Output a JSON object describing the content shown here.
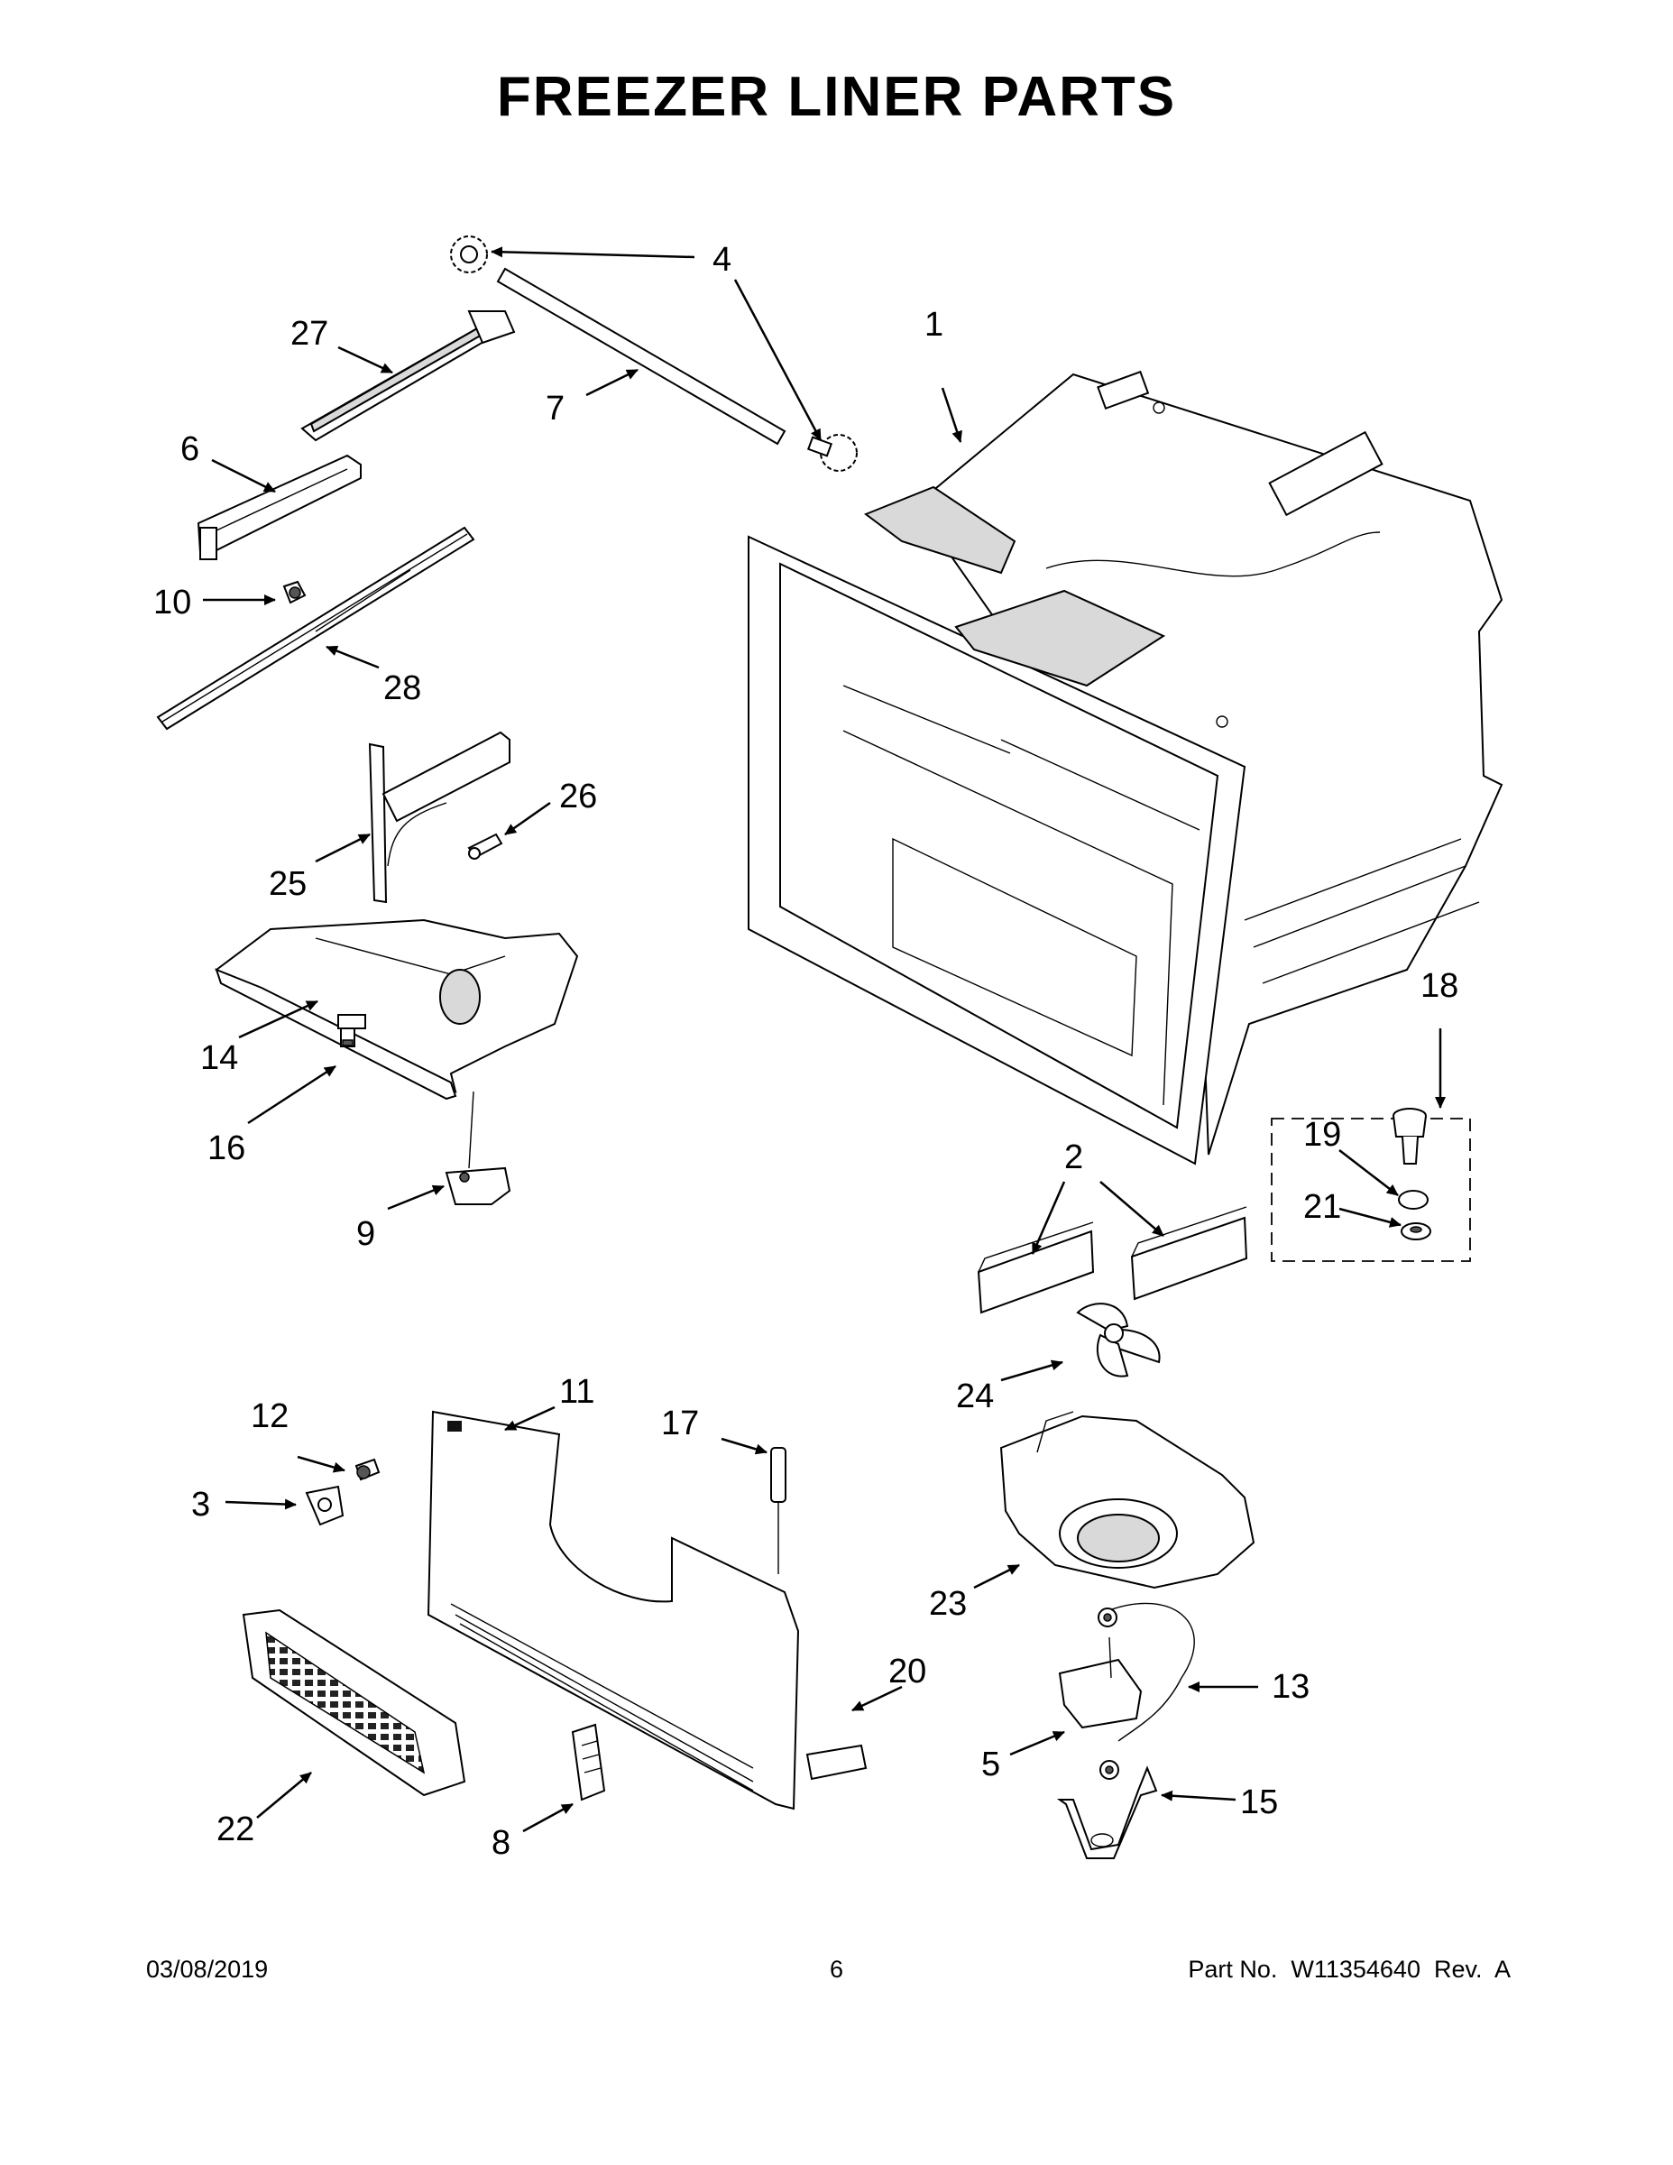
{
  "title": "FREEZER LINER PARTS",
  "callouts": {
    "c1": "1",
    "c2": "2",
    "c3": "3",
    "c4": "4",
    "c5": "5",
    "c6": "6",
    "c7": "7",
    "c8": "8",
    "c9": "9",
    "c10": "10",
    "c11": "11",
    "c12": "12",
    "c13": "13",
    "c14": "14",
    "c15": "15",
    "c16": "16",
    "c17": "17",
    "c18": "18",
    "c19": "19",
    "c20": "20",
    "c21": "21",
    "c22": "22",
    "c23": "23",
    "c24": "24",
    "c25": "25",
    "c26": "26",
    "c27": "27",
    "c28": "28"
  },
  "footer": {
    "date": "03/08/2019",
    "page": "6",
    "part_no": "Part No.  W11354640  Rev.  A"
  }
}
